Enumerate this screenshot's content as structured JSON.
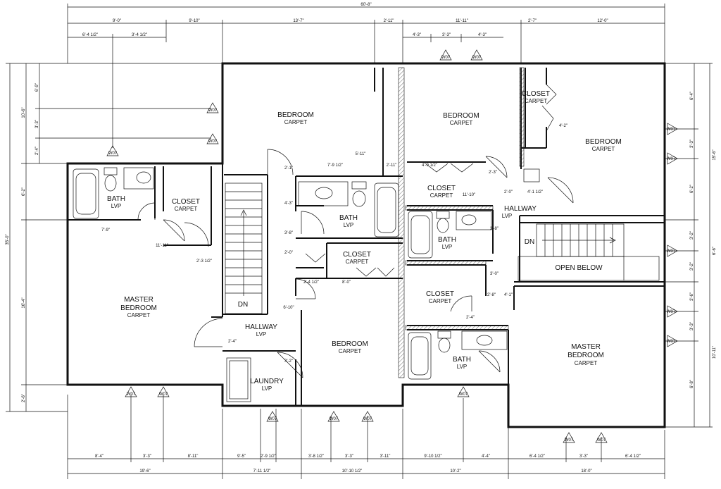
{
  "rooms": {
    "master_left": {
      "line1": "MASTER",
      "line2": "BEDROOM",
      "floor": "CARPET"
    },
    "bath_top_left": {
      "name": "BATH",
      "floor": "LVP"
    },
    "closet_left": {
      "name": "CLOSET",
      "floor": "CARPET"
    },
    "bedroom_top_center": {
      "name": "BEDROOM",
      "floor": "CARPET"
    },
    "bath_center": {
      "name": "BATH",
      "floor": "LVP"
    },
    "closet_center": {
      "name": "CLOSET",
      "floor": "CARPET"
    },
    "hallway_left": {
      "name": "HALLWAY",
      "floor": "LVP"
    },
    "laundry": {
      "name": "LAUNDRY",
      "floor": "LVP"
    },
    "bedroom_bottom_center": {
      "name": "BEDROOM",
      "floor": "CARPET"
    },
    "bedroom_top_right_center": {
      "name": "BEDROOM",
      "floor": "CARPET"
    },
    "closet_right_center": {
      "name": "CLOSET",
      "floor": "CARPET"
    },
    "bath_right_center": {
      "name": "BATH",
      "floor": "LVP"
    },
    "closet_lower_center": {
      "name": "CLOSET",
      "floor": "CARPET"
    },
    "bath_lower_center": {
      "name": "BATH",
      "floor": "LVP"
    },
    "closet_top_right": {
      "name": "CLOSET",
      "floor": "CARPET"
    },
    "bedroom_top_right": {
      "name": "BEDROOM",
      "floor": "CARPET"
    },
    "hallway_right": {
      "name": "HALLWAY",
      "floor": "LVP"
    },
    "open_below": {
      "name": "OPEN BELOW"
    },
    "master_right": {
      "line1": "MASTER",
      "line2": "BEDROOM",
      "floor": "CARPET"
    }
  },
  "stairs": {
    "left_label": "DN",
    "right_label": "DN"
  },
  "window_tag": "W07",
  "dimensions": {
    "overall_top": "60'-8\"",
    "top_row": [
      "9'-0\"",
      "9'-10\"",
      "13'-7\"",
      "2'-11\"",
      "11'-11\"",
      "2'-7\"",
      "12'-0\""
    ],
    "top_sub": [
      "6'-4 1/2\"",
      "3'-4 1/2\"",
      "4'-3\"",
      "3'-3\"",
      "4'-3\""
    ],
    "bottom_row1": [
      "8'-4\"",
      "3'-3\"",
      "8'-11\"",
      "9'-5\"",
      "2'-9 1/2\"",
      "3'-8 1/2\"",
      "3'-3\"",
      "3'-11\"",
      "9'-10 1/2\"",
      "4'-4\"",
      "6'-4 1/2\"",
      "3'-3\"",
      "6'-4 1/2\""
    ],
    "bottom_row2": [
      "19'-6\"",
      "7'-11 1/2\"",
      "10'-10 1/2\"",
      "10'-2\"",
      "18'-0\""
    ],
    "left_outer": "35'-0\"",
    "left_col": [
      "10'-6\"",
      "6'-2\"",
      "16'-4\"",
      "2'-6\""
    ],
    "left_sub": [
      "6'-9\"",
      "3'-3\"",
      "2'-4\""
    ],
    "right_outer": "15'-6\"",
    "right_col": [
      "6'-4\"",
      "3'-3\"",
      "6'-2\"",
      "3'-2\"",
      "6'-6\"",
      "3'-2\"",
      "3'-6\"",
      "3'-3\"",
      "10'-11\"",
      "6'-8\""
    ],
    "interior": [
      "7'-9\"",
      "11'-11\"",
      "2'-3 1/2\"",
      "2'-1\"",
      "7'-9 1/2\"",
      "2'-11\"",
      "5'-11\"",
      "4'-9 1/2\"",
      "11'-10\"",
      "4'-3\"",
      "3'-8\"",
      "2'-0\"",
      "2'-4 1/2\"",
      "8'-0\"",
      "6'-10\"",
      "2'-4\"",
      "3'-2\"",
      "2'-3\"",
      "2'-0\"",
      "4'-1 1/2\"",
      "4'-1\"",
      "2'-8\"",
      "3'-8\"",
      "3'-0\"",
      "2'-4\"",
      "4'-2\""
    ]
  }
}
